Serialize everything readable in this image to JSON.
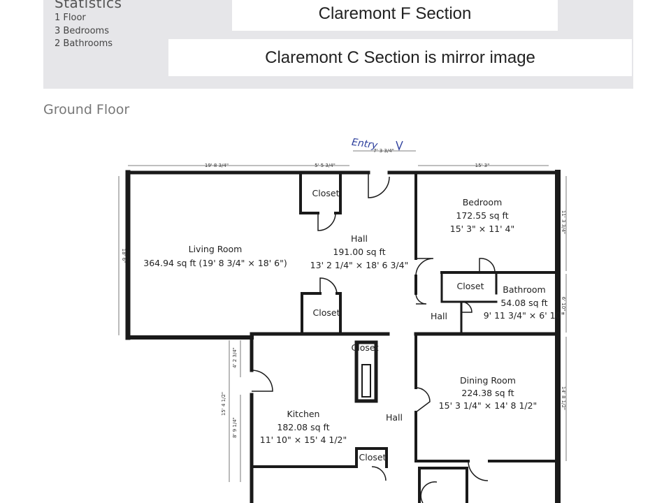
{
  "statistics": {
    "title": "Statistics",
    "lines": [
      "1 Floor",
      "3 Bedrooms",
      "2 Bathrooms"
    ]
  },
  "labels": {
    "section_f": "Claremont F Section",
    "section_c": "Claremont C Section is mirror image"
  },
  "floor_title": "Ground Floor",
  "plan": {
    "entry": "Entry",
    "dims": {
      "living_width": "19' 8 3/4\"",
      "closet_width": "5' 5 3/4\"",
      "entry_width": "7' 3 3/4\"",
      "bedroom_width": "15' 3\"",
      "living_depth": "18' 6\"",
      "bedroom_depth": "11' 3 3/4\"",
      "bathroom_depth": "6' 10\"",
      "dining_depth": "14' 8 1/2\"",
      "kitchen_upper": "4' 2 3/4\"",
      "kitchen_total": "15' 4 1/2\"",
      "kitchen_lower": "8' 9 1/4\""
    },
    "rooms": {
      "living": {
        "name": "Living Room",
        "size": "364.94 sq ft (19' 8 3/4\" × 18' 6\")"
      },
      "hall_main": {
        "name": "Hall",
        "area": "191.00 sq ft",
        "size": "13' 2 1/4\" × 18' 6 3/4\""
      },
      "bedroom": {
        "name": "Bedroom",
        "area": "172.55 sq ft",
        "size": "15' 3\" × 11' 4\""
      },
      "bathroom": {
        "name": "Bathroom",
        "area": "54.08 sq ft",
        "size": "9' 11 3/4\" × 6' 10\""
      },
      "dining": {
        "name": "Dining Room",
        "area": "224.38 sq ft",
        "size": "15' 3 1/4\" × 14' 8 1/2\""
      },
      "kitchen": {
        "name": "Kitchen",
        "area": "182.08 sq ft",
        "size": "11' 10\" × 15' 4 1/2\""
      },
      "closet_top": "Closet",
      "closet_mid": "Closet",
      "closet_bath": "Closet",
      "closet_kitchen": "Closet",
      "closet_bottom": "Closet",
      "hall_small": "Hall",
      "hall_lower": "Hall"
    }
  }
}
